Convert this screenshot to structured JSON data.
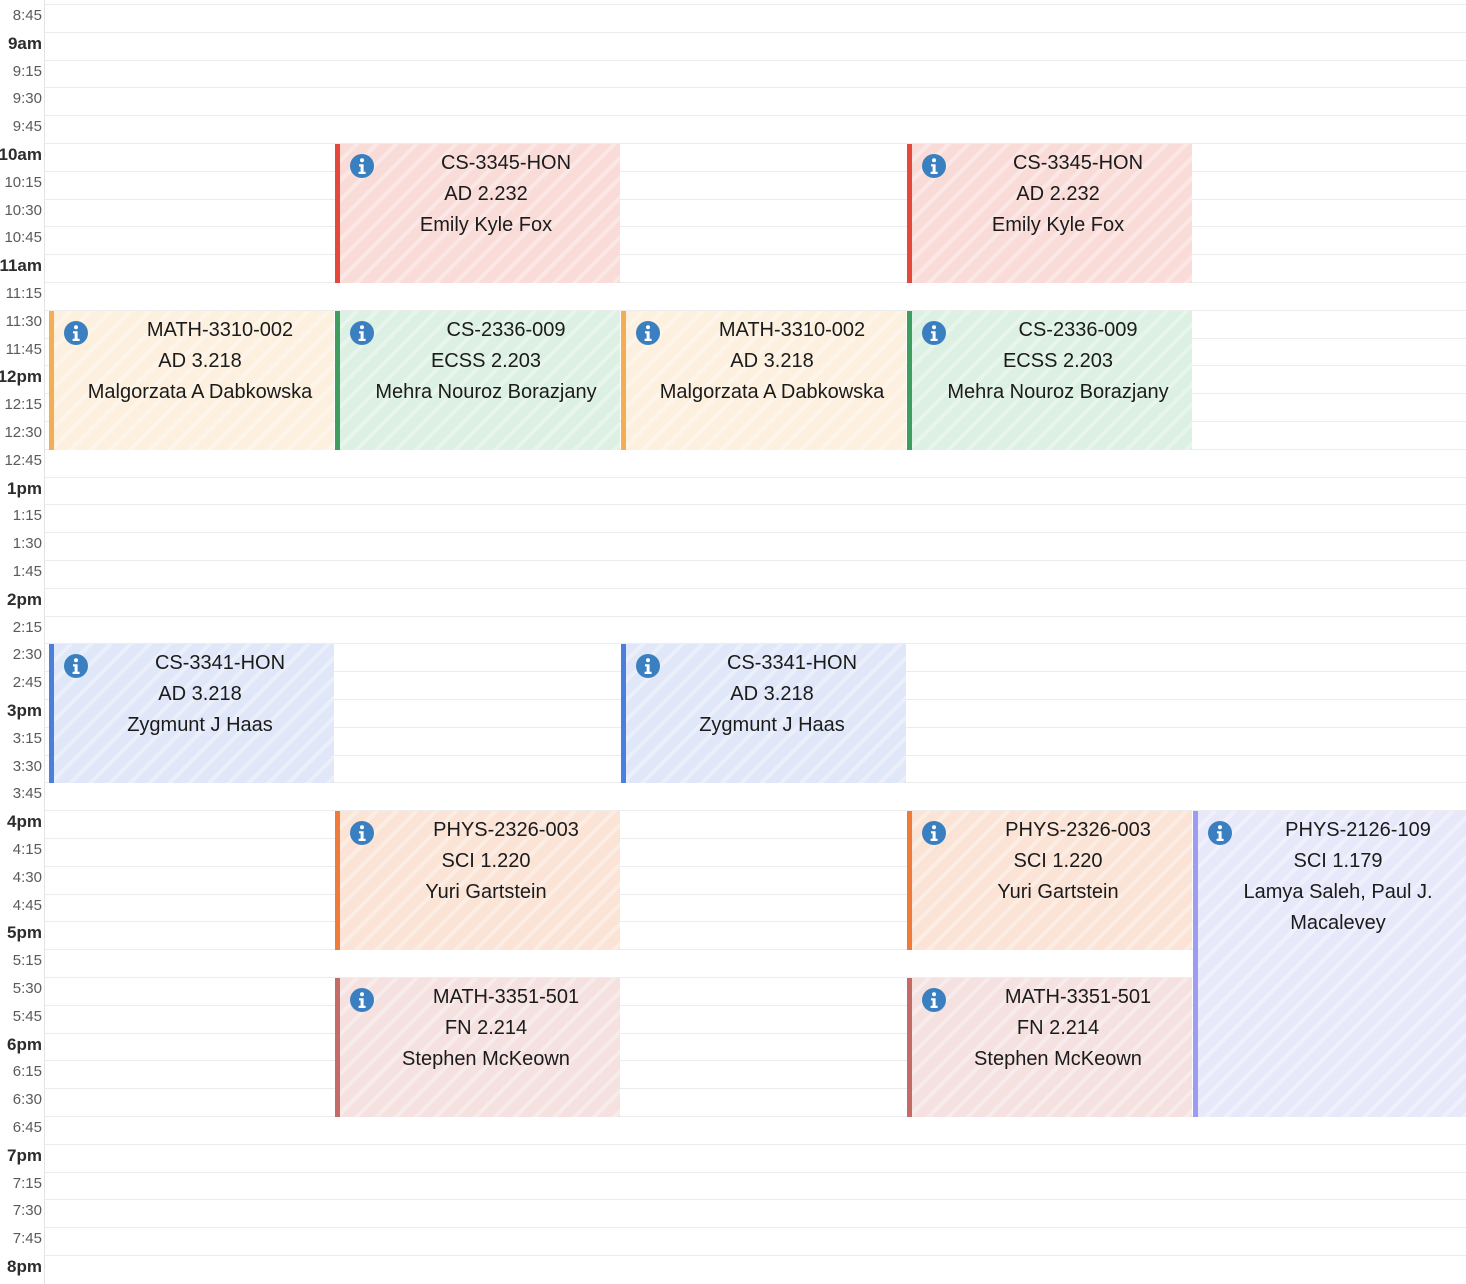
{
  "time_labels": [
    {
      "text": "8:45",
      "hour": false
    },
    {
      "text": "9am",
      "hour": true
    },
    {
      "text": "9:15",
      "hour": false
    },
    {
      "text": "9:30",
      "hour": false
    },
    {
      "text": "9:45",
      "hour": false
    },
    {
      "text": "10am",
      "hour": true
    },
    {
      "text": "10:15",
      "hour": false
    },
    {
      "text": "10:30",
      "hour": false
    },
    {
      "text": "10:45",
      "hour": false
    },
    {
      "text": "11am",
      "hour": true
    },
    {
      "text": "11:15",
      "hour": false
    },
    {
      "text": "11:30",
      "hour": false
    },
    {
      "text": "11:45",
      "hour": false
    },
    {
      "text": "12pm",
      "hour": true
    },
    {
      "text": "12:15",
      "hour": false
    },
    {
      "text": "12:30",
      "hour": false
    },
    {
      "text": "12:45",
      "hour": false
    },
    {
      "text": "1pm",
      "hour": true
    },
    {
      "text": "1:15",
      "hour": false
    },
    {
      "text": "1:30",
      "hour": false
    },
    {
      "text": "1:45",
      "hour": false
    },
    {
      "text": "2pm",
      "hour": true
    },
    {
      "text": "2:15",
      "hour": false
    },
    {
      "text": "2:30",
      "hour": false
    },
    {
      "text": "2:45",
      "hour": false
    },
    {
      "text": "3pm",
      "hour": true
    },
    {
      "text": "3:15",
      "hour": false
    },
    {
      "text": "3:30",
      "hour": false
    },
    {
      "text": "3:45",
      "hour": false
    },
    {
      "text": "4pm",
      "hour": true
    },
    {
      "text": "4:15",
      "hour": false
    },
    {
      "text": "4:30",
      "hour": false
    },
    {
      "text": "4:45",
      "hour": false
    },
    {
      "text": "5pm",
      "hour": true
    },
    {
      "text": "5:15",
      "hour": false
    },
    {
      "text": "5:30",
      "hour": false
    },
    {
      "text": "5:45",
      "hour": false
    },
    {
      "text": "6pm",
      "hour": true
    },
    {
      "text": "6:15",
      "hour": false
    },
    {
      "text": "6:30",
      "hour": false
    },
    {
      "text": "6:45",
      "hour": false
    },
    {
      "text": "7pm",
      "hour": true
    },
    {
      "text": "7:15",
      "hour": false
    },
    {
      "text": "7:30",
      "hour": false
    },
    {
      "text": "7:45",
      "hour": false
    },
    {
      "text": "8pm",
      "hour": true
    }
  ],
  "events": [
    {
      "day": 1,
      "start": "10:00",
      "end": "11:15",
      "code": "CS-3345-HON",
      "room": "AD 2.232",
      "instructor": "Emily Kyle Fox",
      "color": "#e5483b",
      "bg": "#f9dcd8"
    },
    {
      "day": 3,
      "start": "10:00",
      "end": "11:15",
      "code": "CS-3345-HON",
      "room": "AD 2.232",
      "instructor": "Emily Kyle Fox",
      "color": "#e5483b",
      "bg": "#f9dcd8"
    },
    {
      "day": 0,
      "start": "11:30",
      "end": "12:45",
      "code": "MATH-3310-002",
      "room": "AD 3.218",
      "instructor": "Malgorzata A Dabkowska",
      "color": "#f3ad52",
      "bg": "#fdf0de"
    },
    {
      "day": 1,
      "start": "11:30",
      "end": "12:45",
      "code": "CS-2336-009",
      "room": "ECSS 2.203",
      "instructor": "Mehra Nouroz Borazjany",
      "color": "#3d9e5f",
      "bg": "#dcf0e3"
    },
    {
      "day": 2,
      "start": "11:30",
      "end": "12:45",
      "code": "MATH-3310-002",
      "room": "AD 3.218",
      "instructor": "Malgorzata A Dabkowska",
      "color": "#f3ad52",
      "bg": "#fdf0de"
    },
    {
      "day": 3,
      "start": "11:30",
      "end": "12:45",
      "code": "CS-2336-009",
      "room": "ECSS 2.203",
      "instructor": "Mehra Nouroz Borazjany",
      "color": "#3d9e5f",
      "bg": "#dcf0e3"
    },
    {
      "day": 0,
      "start": "14:30",
      "end": "15:45",
      "code": "CS-3341-HON",
      "room": "AD 3.218",
      "instructor": "Zygmunt J Haas",
      "color": "#4a7fdb",
      "bg": "#dfe7f8"
    },
    {
      "day": 2,
      "start": "14:30",
      "end": "15:45",
      "code": "CS-3341-HON",
      "room": "AD 3.218",
      "instructor": "Zygmunt J Haas",
      "color": "#4a7fdb",
      "bg": "#dfe7f8"
    },
    {
      "day": 1,
      "start": "16:00",
      "end": "17:15",
      "code": "PHYS-2326-003",
      "room": "SCI 1.220",
      "instructor": "Yuri Gartstein",
      "color": "#ee7b3a",
      "bg": "#fbe4d6"
    },
    {
      "day": 3,
      "start": "16:00",
      "end": "17:15",
      "code": "PHYS-2326-003",
      "room": "SCI 1.220",
      "instructor": "Yuri Gartstein",
      "color": "#ee7b3a",
      "bg": "#fbe4d6"
    },
    {
      "day": 4,
      "start": "16:00",
      "end": "18:45",
      "code": "PHYS-2126-109",
      "room": "SCI 1.179",
      "instructor": "Lamya Saleh, Paul J. Macalevey",
      "color": "#9d9cf0",
      "bg": "#e8e8fb"
    },
    {
      "day": 1,
      "start": "17:30",
      "end": "18:45",
      "code": "MATH-3351-501",
      "room": "FN 2.214",
      "instructor": "Stephen McKeown",
      "color": "#c46a67",
      "bg": "#f4e1e0"
    },
    {
      "day": 3,
      "start": "17:30",
      "end": "18:45",
      "code": "MATH-3351-501",
      "room": "FN 2.214",
      "instructor": "Stephen McKeown",
      "color": "#c46a67",
      "bg": "#f4e1e0"
    }
  ]
}
